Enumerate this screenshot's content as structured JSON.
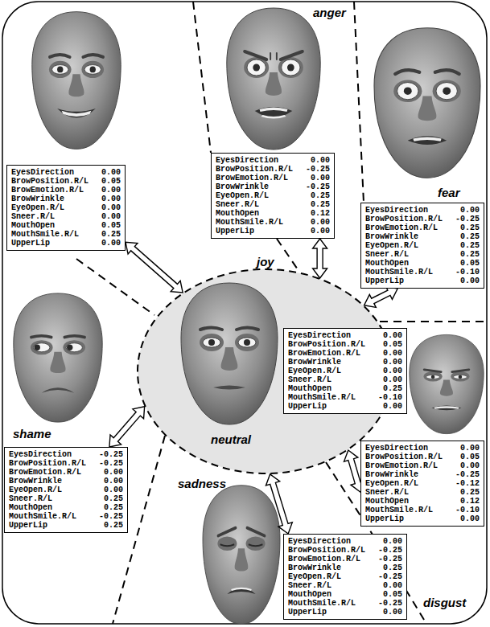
{
  "diagram": {
    "nodes": [
      {
        "text": [
          "joy",
          "EyesDirection",
          "0.00",
          "BrowPosition.R/L",
          "0.05",
          "BrowEmotion.R/L",
          "0.00",
          "BrowWrinkle",
          "0.00",
          "EyeOpen.R/L",
          "0.00",
          "Sneer.R/L",
          "0.00",
          "MouthOpen",
          "0.05",
          "MouthSmile.R/L",
          "0.25",
          "UpperLip",
          "0.00"
        ]
      },
      {
        "text": [
          "anger",
          "EyesDirection",
          "0.00",
          "BrowPosition.R/L",
          "-0.25",
          "BrowEmotion.R/L",
          "0.00",
          "BrowWrinkle",
          "-0.25",
          "EyeOpen.R/L",
          "0.25",
          "Sneer.R/L",
          "0.25",
          "MouthOpen",
          "0.12",
          "MouthSmile.R/L",
          "0.00",
          "UpperLip",
          "0.00"
        ]
      },
      {
        "text": [
          "fear",
          "EyesDirection",
          "0.00",
          "BrowPosition.R/L",
          "-0.25",
          "BrowEmotion.R/L",
          "0.25",
          "BrowWrinkle",
          "0.25",
          "EyeOpen.R/L",
          "0.25",
          "Sneer.R/L",
          "0.25",
          "MouthOpen",
          "0.05",
          "MouthSmile.R/L",
          "-0.10",
          "UpperLip",
          "0.00"
        ]
      },
      {
        "text": [
          "shame",
          "EyesDirection",
          "-0.25",
          "BrowPosition.R/L",
          "-0.25",
          "BrowEmotion.R/L",
          "0.00",
          "BrowWrinkle",
          "0.00",
          "EyeOpen.R/L",
          "0.00",
          "Sneer.R/L",
          "0.25",
          "MouthOpen",
          "0.25",
          "MouthSmile.R/L",
          "-0.25",
          "UpperLip",
          "0.25"
        ]
      },
      {
        "text": [
          "neutral"
        ]
      },
      {
        "text": [
          "EyesDirection",
          "0.00",
          "BrowPosition.R/L",
          "0.05",
          "BrowEmotion.R/L",
          "0.00",
          "BrowWrinkle",
          "0.00",
          "EyeOpen.R/L",
          "0.00",
          "Sneer.R/L",
          "0.00",
          "MouthOpen",
          "0.25",
          "MouthSmile.R/L",
          "-0.10",
          "UpperLip",
          "0.00"
        ],
        "in": 4
      },
      {
        "text": [
          "disgust",
          "EyesDirection",
          "0.00",
          "BrowPosition.R/L",
          "0.05",
          "BrowEmotion.R/L",
          "0.00",
          "BrowWrinkle",
          "-0.25",
          "EyeOpen.R/L",
          "-0.12",
          "Sneer.R/L",
          "0.25",
          "MouthOpen",
          "0.12",
          "MouthSmile.R/L",
          "-0.10",
          "UpperLip",
          "0.00"
        ]
      },
      {
        "text": [
          "sadness",
          "EyesDirection",
          "0.00",
          "BrowPosition.R/L",
          "-0.25",
          "BrowEmotion.R/L",
          "-0.25",
          "BrowWrinkle",
          "0.25",
          "EyeOpen.R/L",
          "-0.25",
          "Sneer.R/L",
          "0.00",
          "MouthOpen",
          "0.05",
          "MouthSmile.R/L",
          "-0.25",
          "UpperLip",
          "0.00"
        ]
      }
    ],
    "edges": [
      {
        "from": 4,
        "to": 0,
        "arrow": "both"
      },
      {
        "from": 4,
        "to": 1,
        "arrow": "both"
      },
      {
        "from": 4,
        "to": 2,
        "arrow": "both"
      },
      {
        "from": 4,
        "to": 3,
        "arrow": "both"
      },
      {
        "from": 4,
        "to": 6,
        "arrow": "both"
      },
      {
        "from": 4,
        "to": 7,
        "arrow": "both"
      }
    ]
  }
}
